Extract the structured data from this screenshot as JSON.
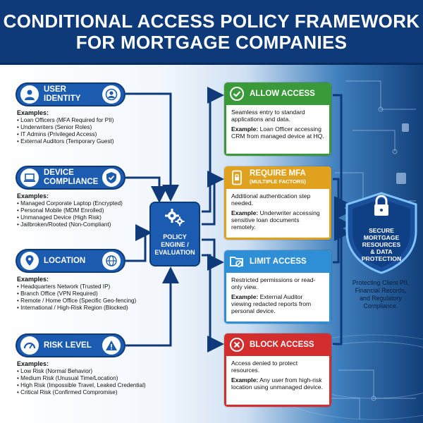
{
  "header": {
    "line1": "CONDITIONAL ACCESS POLICY FRAMEWORK",
    "line2": "FOR MORTGAGE COMPANIES"
  },
  "inputs": [
    {
      "title": "USER IDENTITY",
      "icon": "user-icon",
      "examples_title": "Examples:",
      "examples": [
        "Loan Officers (MFA Required for PII)",
        "Underwriters (Senior Roles)",
        "IT Admins (Privileged Access)",
        "External Auditors (Temporary Guest)"
      ]
    },
    {
      "title_line1": "DEVICE",
      "title_line2": "COMPLIANCE",
      "icon": "laptop-icon",
      "icon_right": "shield-check-icon",
      "examples_title": "Examples:",
      "examples": [
        "Managed Corporate Laptop (Encrypted)",
        "Personal Mobile (MDM Enrolled)",
        "Unmanaged Device (High Risk)",
        "Jailbroken/Rooted (Non-Compliant)"
      ]
    },
    {
      "title": "LOCATION",
      "icon": "map-pin-icon",
      "icon_right": "globe-icon",
      "examples_title": "Examples:",
      "examples": [
        "Headquarters Network (Trusted IP)",
        "Branch Office (VPN Required)",
        "Remote / Home Office (Specific Geo-fencing)",
        "International / High-Risk Region (Blocked)"
      ]
    },
    {
      "title": "RISK LEVEL",
      "icon": "gauge-icon",
      "icon_right": "warning-icon",
      "examples_title": "Examples:",
      "examples": [
        "Low Risk (Normal Behavior)",
        "Medium Risk (Unusual Time/Location)",
        "High Risk (Impossible Travel, Leaked Credential)",
        "Critical Risk (Confirmed Compromise)"
      ]
    }
  ],
  "engine": {
    "line1": "POLICY",
    "line2": "ENGINE /",
    "line3": "EVALUATION",
    "icon": "gears-icon"
  },
  "outcomes": [
    {
      "title": "ALLOW ACCESS",
      "color": "#3a9a3a",
      "icon": "check-circle-icon",
      "desc": "Seamless entry to standard applications and data.",
      "example_label": "Example:",
      "example": "Loan Officer accessing CRM from managed device at HQ."
    },
    {
      "title": "REQUIRE MFA",
      "subtitle": "(MULTIPLE FACTORS)",
      "color": "#e0a21e",
      "icon": "phone-lock-icon",
      "desc": "Additional authentication step needed.",
      "example_label": "Example:",
      "example": "Underwriter accessing sensitive loan documents remotely."
    },
    {
      "title": "LIMIT ACCESS",
      "color": "#2f8fd6",
      "icon": "folder-restricted-icon",
      "desc": "Restricted permissions or read-only view.",
      "example_label": "Example:",
      "example": "External Auditor viewing redacted reports from personal device."
    },
    {
      "title": "BLOCK ACCESS",
      "color": "#d42d2d",
      "icon": "x-circle-icon",
      "desc": "Access denied to protect resources.",
      "example_label": "Example:",
      "example": "Any user from high-risk location using unmanaged device."
    }
  ],
  "shield": {
    "line1": "SECURE",
    "line2": "MORTGAGE",
    "line3": "RESOURCES",
    "line4": "& DATA",
    "line5": "PROTECTION",
    "icon": "lock-icon"
  },
  "protect_text": {
    "line1": "Protecting Client PII,",
    "line2": "Financial Records,",
    "line3": "and Regulatory",
    "line4": "Compliance."
  },
  "colors": {
    "header_bg": "#0e3a7a",
    "primary_blue": "#1b5bb0",
    "arrow": "#0e3a7a"
  }
}
